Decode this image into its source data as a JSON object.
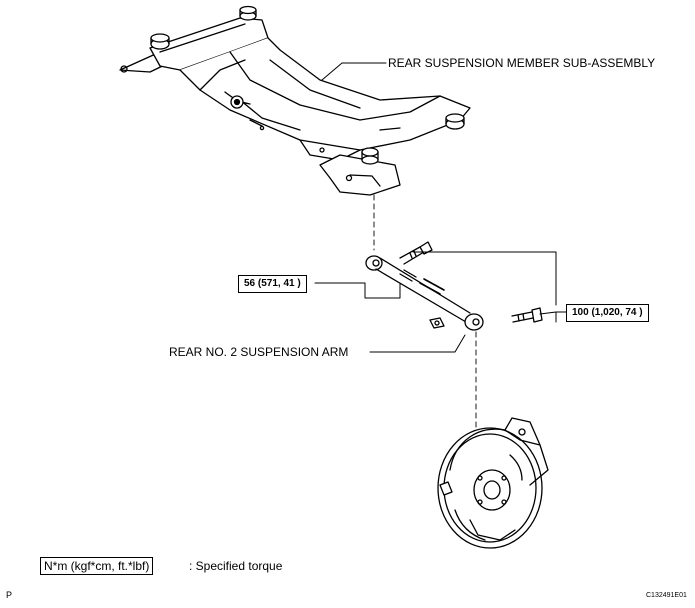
{
  "labels": {
    "member": "REAR SUSPENSION MEMBER SUB-ASSEMBLY",
    "arm": "REAR NO. 2 SUSPENSION ARM"
  },
  "torques": {
    "left": "56 (571, 41 )",
    "right": "100 (1,020, 74 )"
  },
  "legend": {
    "unit": "N*m (kgf*cm, ft.*lbf)",
    "text": ": Specified torque"
  },
  "footer": {
    "left_mark": "P",
    "code": "C132491E01"
  }
}
